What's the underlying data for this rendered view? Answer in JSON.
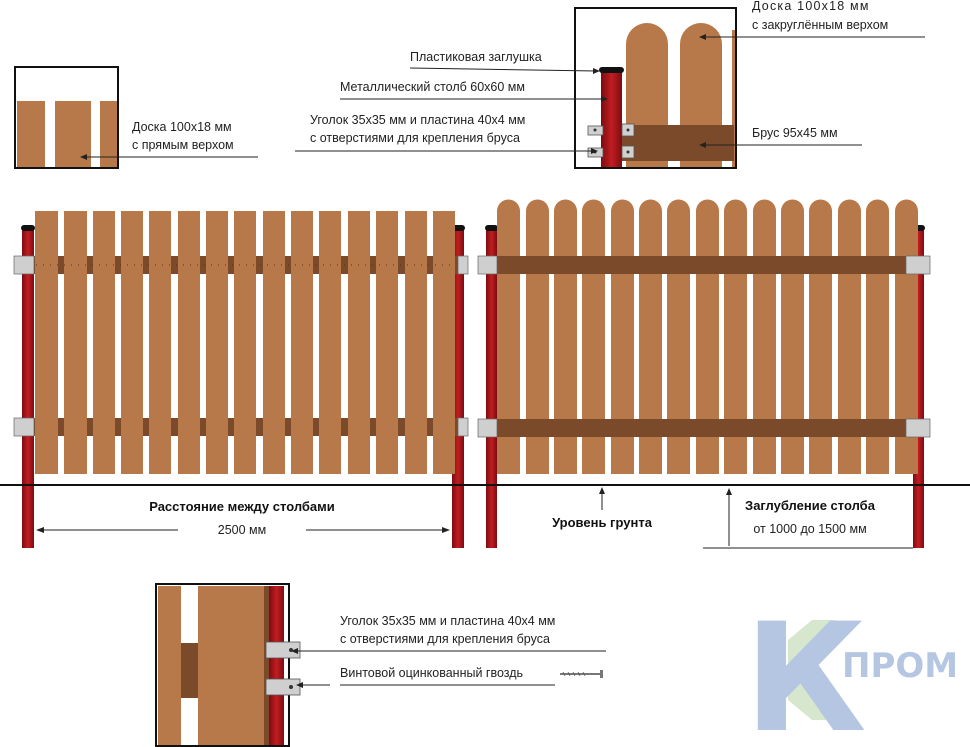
{
  "labels": {
    "flat_board": [
      "Доска 100х18 мм",
      "с прямым верхом"
    ],
    "round_board": [
      "Доска 100х18 мм",
      "с закруглённым верхом"
    ],
    "plastic_cap": "Пластиковая заглушка",
    "metal_post": "Металлический столб 60х60 мм",
    "bracket_top": [
      "Уголок 35х35 мм и пластина 40х4 мм",
      "с отверстиями для крепления бруса"
    ],
    "beam": "Брус 95х45 мм",
    "distance_title": "Расстояние между столбами",
    "distance_value": "2500 мм",
    "ground": "Уровень грунта",
    "depth_title": "Заглубление столба",
    "depth_value": "от 1000 до 1500 мм",
    "bracket_bottom": [
      "Уголок 35х35 мм и пластина 40х4 мм",
      "с отверстиями для крепления бруса"
    ],
    "nail": "Винтовой оцинкованный гвоздь"
  },
  "logo": {
    "letter": "К",
    "text": "ПРОМ"
  },
  "colors": {
    "board": "#b8794a",
    "beam": "#7a4a2a",
    "post": "#b4161b",
    "bracket": "#c8c8c8",
    "logo": "#a9bddf",
    "logo_green": "#cfe3c5"
  }
}
